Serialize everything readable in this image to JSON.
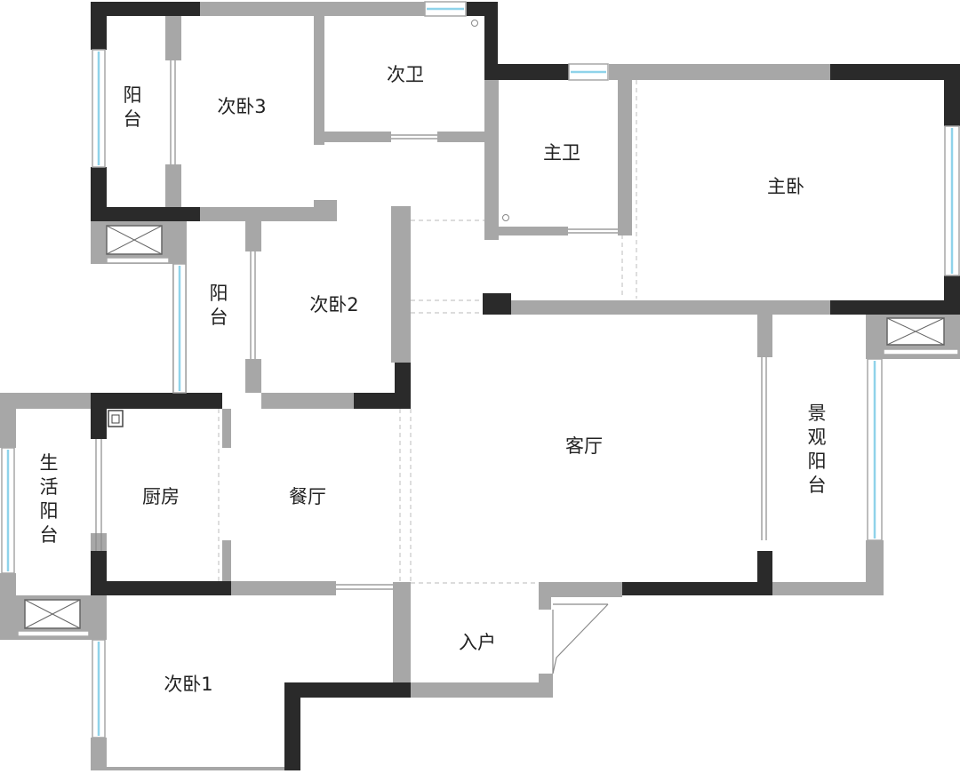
{
  "rooms": {
    "master_bedroom": "主卧",
    "master_bath": "主卫",
    "second_bath": "次卫",
    "bedroom3": "次卧3",
    "bedroom2": "次卧2",
    "bedroom1": "次卧1",
    "balcony_top": "阳",
    "balcony_top_2": "台",
    "balcony_mid": "阳",
    "balcony_mid_2": "台",
    "living_room": "客厅",
    "dining_room": "餐厅",
    "kitchen": "厨房",
    "entrance": "入户",
    "utility_balcony": [
      "生",
      "活",
      "阳",
      "台"
    ],
    "view_balcony": [
      "景",
      "观",
      "阳",
      "台"
    ]
  },
  "colors": {
    "wall_dark": "#2a2a2a",
    "wall_gray": "#a7a7a7",
    "window": "#8fd3ea",
    "floor": "#ffffff",
    "dashed": "#c8c8c8"
  }
}
